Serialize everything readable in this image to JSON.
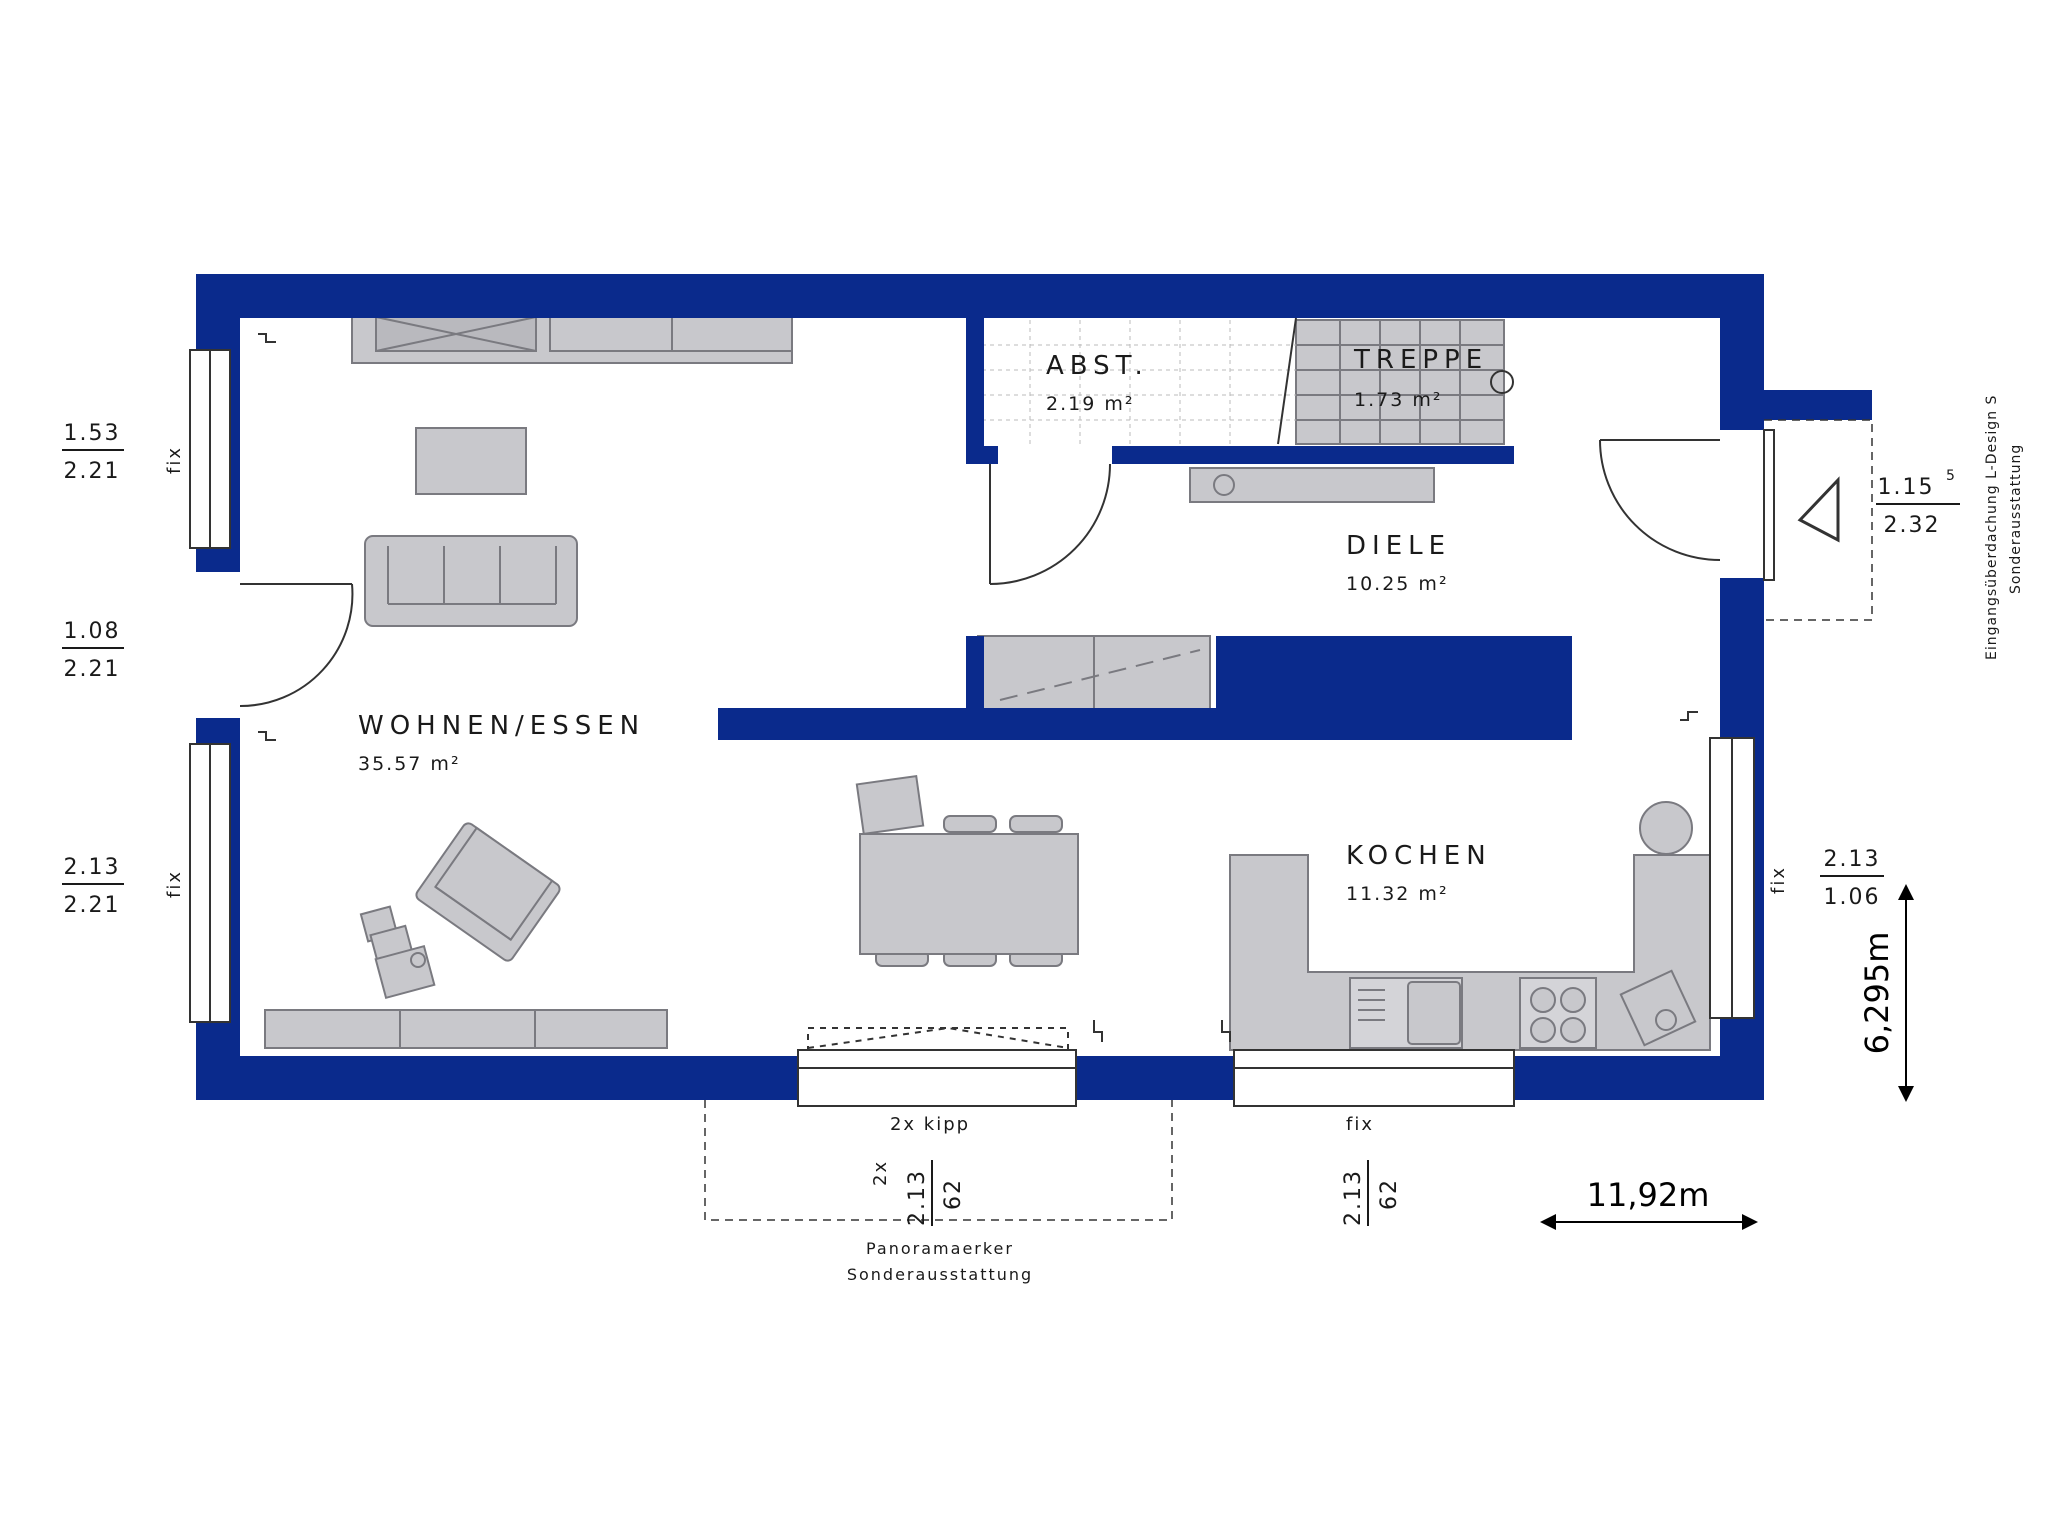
{
  "colors": {
    "wall": "#0a2a8c",
    "furniture": "#c8c8cc",
    "furniture_stroke": "#7a7a80",
    "line": "#333333"
  },
  "rooms": {
    "wohnen": {
      "name": "WOHNEN/ESSEN",
      "area": "35.57 m²"
    },
    "abst": {
      "name": "ABST.",
      "area": "2.19 m²"
    },
    "treppe": {
      "name": "TREPPE",
      "area": "1.73 m²"
    },
    "diele": {
      "name": "DIELE",
      "area": "10.25 m²"
    },
    "kochen": {
      "name": "KOCHEN",
      "area": "11.32 m²"
    }
  },
  "windows": {
    "left_top": {
      "top": "1.53",
      "bottom": "2.21",
      "label": "fix"
    },
    "left_door": {
      "top": "1.08",
      "bottom": "2.21"
    },
    "left_bottom": {
      "top": "2.13",
      "bottom": "2.21",
      "label": "fix"
    },
    "right_entry": {
      "top": "1.15",
      "sup": "5",
      "bottom": "2.32"
    },
    "right_kitchen": {
      "top": "2.13",
      "bottom": "1.06",
      "label": "fix"
    },
    "bottom_panorama": {
      "label": "2x kipp",
      "count": "2x",
      "height": "2.13",
      "sill": "62"
    },
    "bottom_kitchen": {
      "label": "fix",
      "height": "2.13",
      "sill": "62"
    }
  },
  "annotations": {
    "panorama": [
      "Panoramaerker",
      "Sonderausstattung"
    ],
    "entrance": [
      "Eingangsüberdachung L-Design S",
      "Sonderausstattung"
    ]
  },
  "dimensions": {
    "width": "11,92m",
    "depth": "6,295m"
  }
}
